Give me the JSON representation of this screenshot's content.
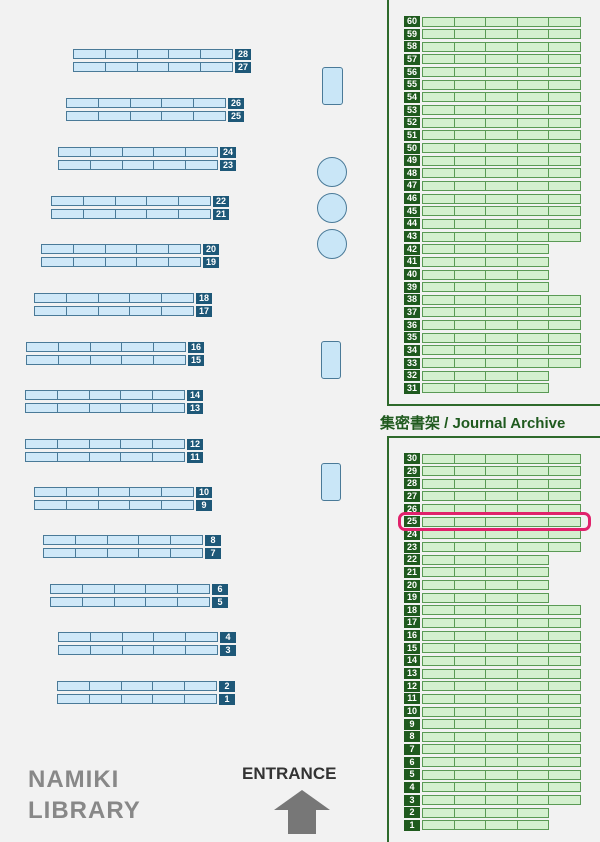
{
  "library_name": [
    "NAMIKI",
    "LIBRARY"
  ],
  "entrance_label": "ENTRANCE",
  "archive_title": "集密書架 / Journal Archive",
  "highlighted_shelf": "25",
  "general_shelves": [
    {
      "top": "28",
      "bottom": "27"
    },
    {
      "top": "26",
      "bottom": "25"
    },
    {
      "top": "24",
      "bottom": "23"
    },
    {
      "top": "22",
      "bottom": "21"
    },
    {
      "top": "20",
      "bottom": "19"
    },
    {
      "top": "18",
      "bottom": "17"
    },
    {
      "top": "16",
      "bottom": "15"
    },
    {
      "top": "14",
      "bottom": "13"
    },
    {
      "top": "12",
      "bottom": "11"
    },
    {
      "top": "10",
      "bottom": "9"
    },
    {
      "top": "8",
      "bottom": "7"
    },
    {
      "top": "6",
      "bottom": "5"
    },
    {
      "top": "4",
      "bottom": "3"
    },
    {
      "top": "2",
      "bottom": "1"
    }
  ],
  "archive_upper": [
    "60",
    "59",
    "58",
    "57",
    "56",
    "55",
    "54",
    "53",
    "52",
    "51",
    "50",
    "49",
    "48",
    "47",
    "46",
    "45",
    "44",
    "43",
    "42",
    "41",
    "40",
    "39",
    "38",
    "37",
    "36",
    "35",
    "34",
    "33",
    "32",
    "31"
  ],
  "archive_lower": [
    "30",
    "29",
    "28",
    "27",
    "26",
    "25",
    "24",
    "23",
    "22",
    "21",
    "20",
    "19",
    "18",
    "17",
    "16",
    "15",
    "14",
    "13",
    "12",
    "11",
    "10",
    "9",
    "8",
    "7",
    "6",
    "5",
    "4",
    "3",
    "2",
    "1"
  ],
  "colors": {
    "general_shelf": "#cfe8f8",
    "archive_shelf": "#d4f0cf",
    "highlight": "#e0226b"
  }
}
